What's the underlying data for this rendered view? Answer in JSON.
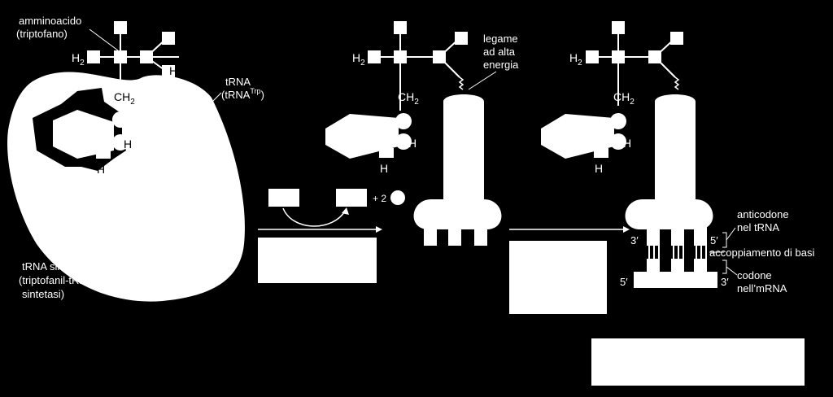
{
  "labels": {
    "amino_acid_line1": "amminoacido",
    "amino_acid_line2": "(triptofano)",
    "trna_line1": "tRNA",
    "trna_line2": "(tRNA",
    "trna_sup": "Trp",
    "trna_close": ")",
    "synthetase_line1": "tRNA sintetasi",
    "synthetase_line2": "(triptofanil-tRNA",
    "synthetase_line3": "sintetasi)",
    "bond_line1": "legame",
    "bond_line2": "ad alta",
    "bond_line3": "energia",
    "plus_two": "+ 2",
    "anticodon_line1": "anticodone",
    "anticodon_line2": "nel tRNA",
    "base_pairing": "accoppiamento di basi",
    "codon_line1": "codone",
    "codon_line2": "nell’mRNA",
    "five_prime": "5′",
    "three_prime": "3′",
    "ch2": "CH",
    "ch2_sub": "2",
    "h2": "H",
    "h2_sub": "2",
    "h": "H"
  },
  "colors": {
    "background": "#000000",
    "foreground": "#ffffff"
  }
}
